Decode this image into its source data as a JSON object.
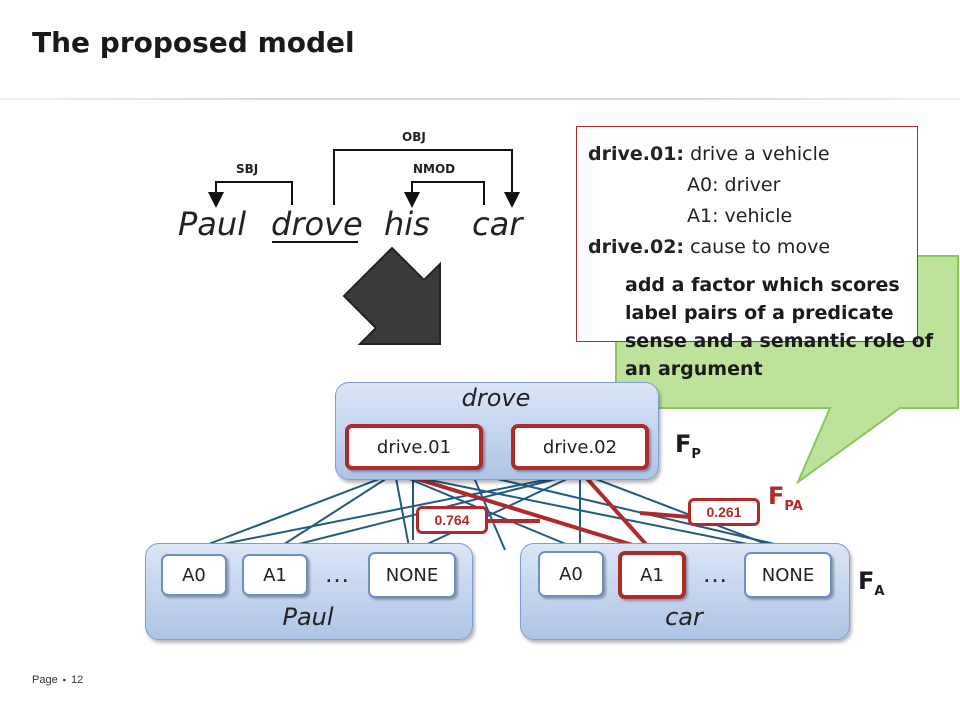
{
  "title": "The proposed model",
  "footer": {
    "page_label": "Page",
    "separator": "▪",
    "page_number": "12"
  },
  "sentence": {
    "words": [
      "Paul",
      "drove",
      "his",
      "car"
    ],
    "dependencies": [
      {
        "label": "SBJ",
        "head": "drove",
        "dependent": "Paul"
      },
      {
        "label": "OBJ",
        "head": "drove",
        "dependent": "car"
      },
      {
        "label": "NMOD",
        "head": "car",
        "dependent": "his"
      }
    ]
  },
  "sense_box": {
    "lines": [
      {
        "key": "drive.01:",
        "text": "drive a vehicle"
      },
      {
        "key": "",
        "text": "A0: driver"
      },
      {
        "key": "",
        "text": "A1: vehicle"
      },
      {
        "key": "drive.02:",
        "text": "cause to move"
      }
    ]
  },
  "callout": {
    "text": "add a factor which scores label pairs of a predicate sense and a semantic role of an argument"
  },
  "predicate_group": {
    "label": "drove",
    "nodes": [
      "drive.01",
      "drive.02"
    ]
  },
  "argument_groups": [
    {
      "label": "Paul",
      "nodes": [
        "A0",
        "A1",
        "NONE"
      ],
      "ellipsis": "…"
    },
    {
      "label": "car",
      "nodes": [
        "A0",
        "A1",
        "NONE"
      ],
      "ellipsis": "…"
    }
  ],
  "factors": {
    "fp": {
      "main": "F",
      "sub": "P"
    },
    "fpa": {
      "main": "F",
      "sub": "PA"
    },
    "fa": {
      "main": "F",
      "sub": "A"
    }
  },
  "scores": [
    "0.764",
    "0.261"
  ],
  "colors": {
    "edge": "#1f5b84",
    "highlight": "#b02a2a",
    "callout_fill": "#bde39a",
    "group_fill": "#bcd0ec"
  }
}
